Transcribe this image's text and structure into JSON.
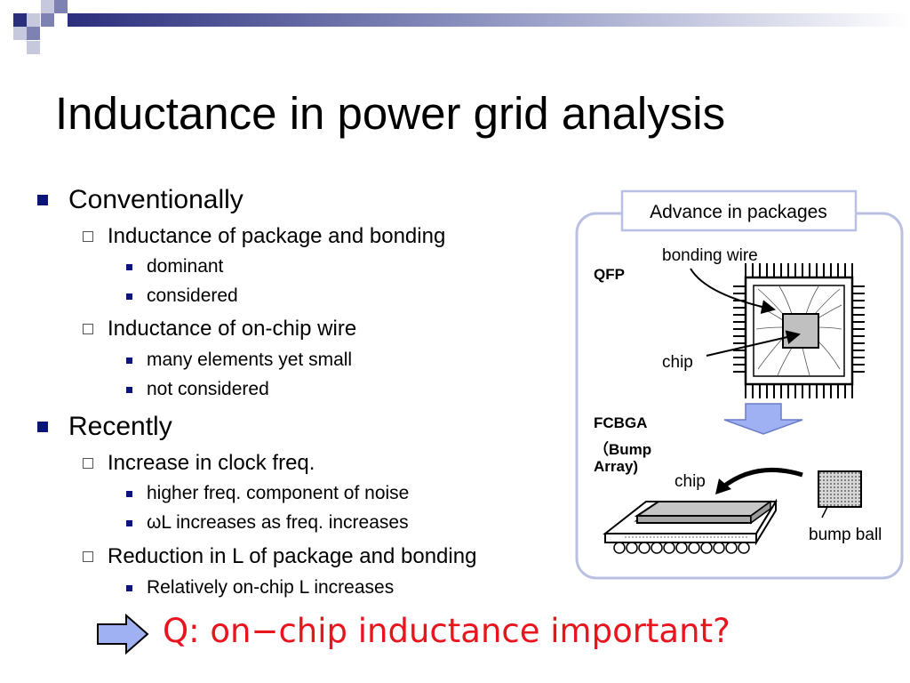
{
  "slide": {
    "title": "Inductance in power grid analysis",
    "bullets": [
      {
        "level": 1,
        "text": "Conventionally"
      },
      {
        "level": 2,
        "text": "Inductance of package and bonding"
      },
      {
        "level": 3,
        "text": "dominant"
      },
      {
        "level": 3,
        "text": "considered"
      },
      {
        "level": 2,
        "text": "Inductance of on-chip wire"
      },
      {
        "level": 3,
        "text": "many elements yet small"
      },
      {
        "level": 3,
        "text": "not considered"
      },
      {
        "level": 1,
        "text": "Recently"
      },
      {
        "level": 2,
        "text": "Increase in clock freq."
      },
      {
        "level": 3,
        "text": "higher freq. component of noise"
      },
      {
        "level": 3,
        "text": "ωL increases as freq. increases"
      },
      {
        "level": 2,
        "text": "Reduction in L of package and bonding"
      },
      {
        "level": 3,
        "text": "Relatively on-chip L increases"
      }
    ],
    "question": "Q: on−chip inductance important?"
  },
  "diagram": {
    "caption": "Advance in packages",
    "qfp_label": "QFP",
    "bonding_wire_label": "bonding wire",
    "chip_label_top": "chip",
    "fcbga_label": "FCBGA",
    "fcbga_sub1": "（Bump",
    "fcbga_sub2": "Array)",
    "chip_label_bottom": "chip",
    "bump_ball_label": "bump ball"
  },
  "colors": {
    "bullet_blue": "#0c1478",
    "question_red": "#e8141e",
    "arrow_fill": "#9fb1f3",
    "deco_navy": "#2a2e7c"
  }
}
